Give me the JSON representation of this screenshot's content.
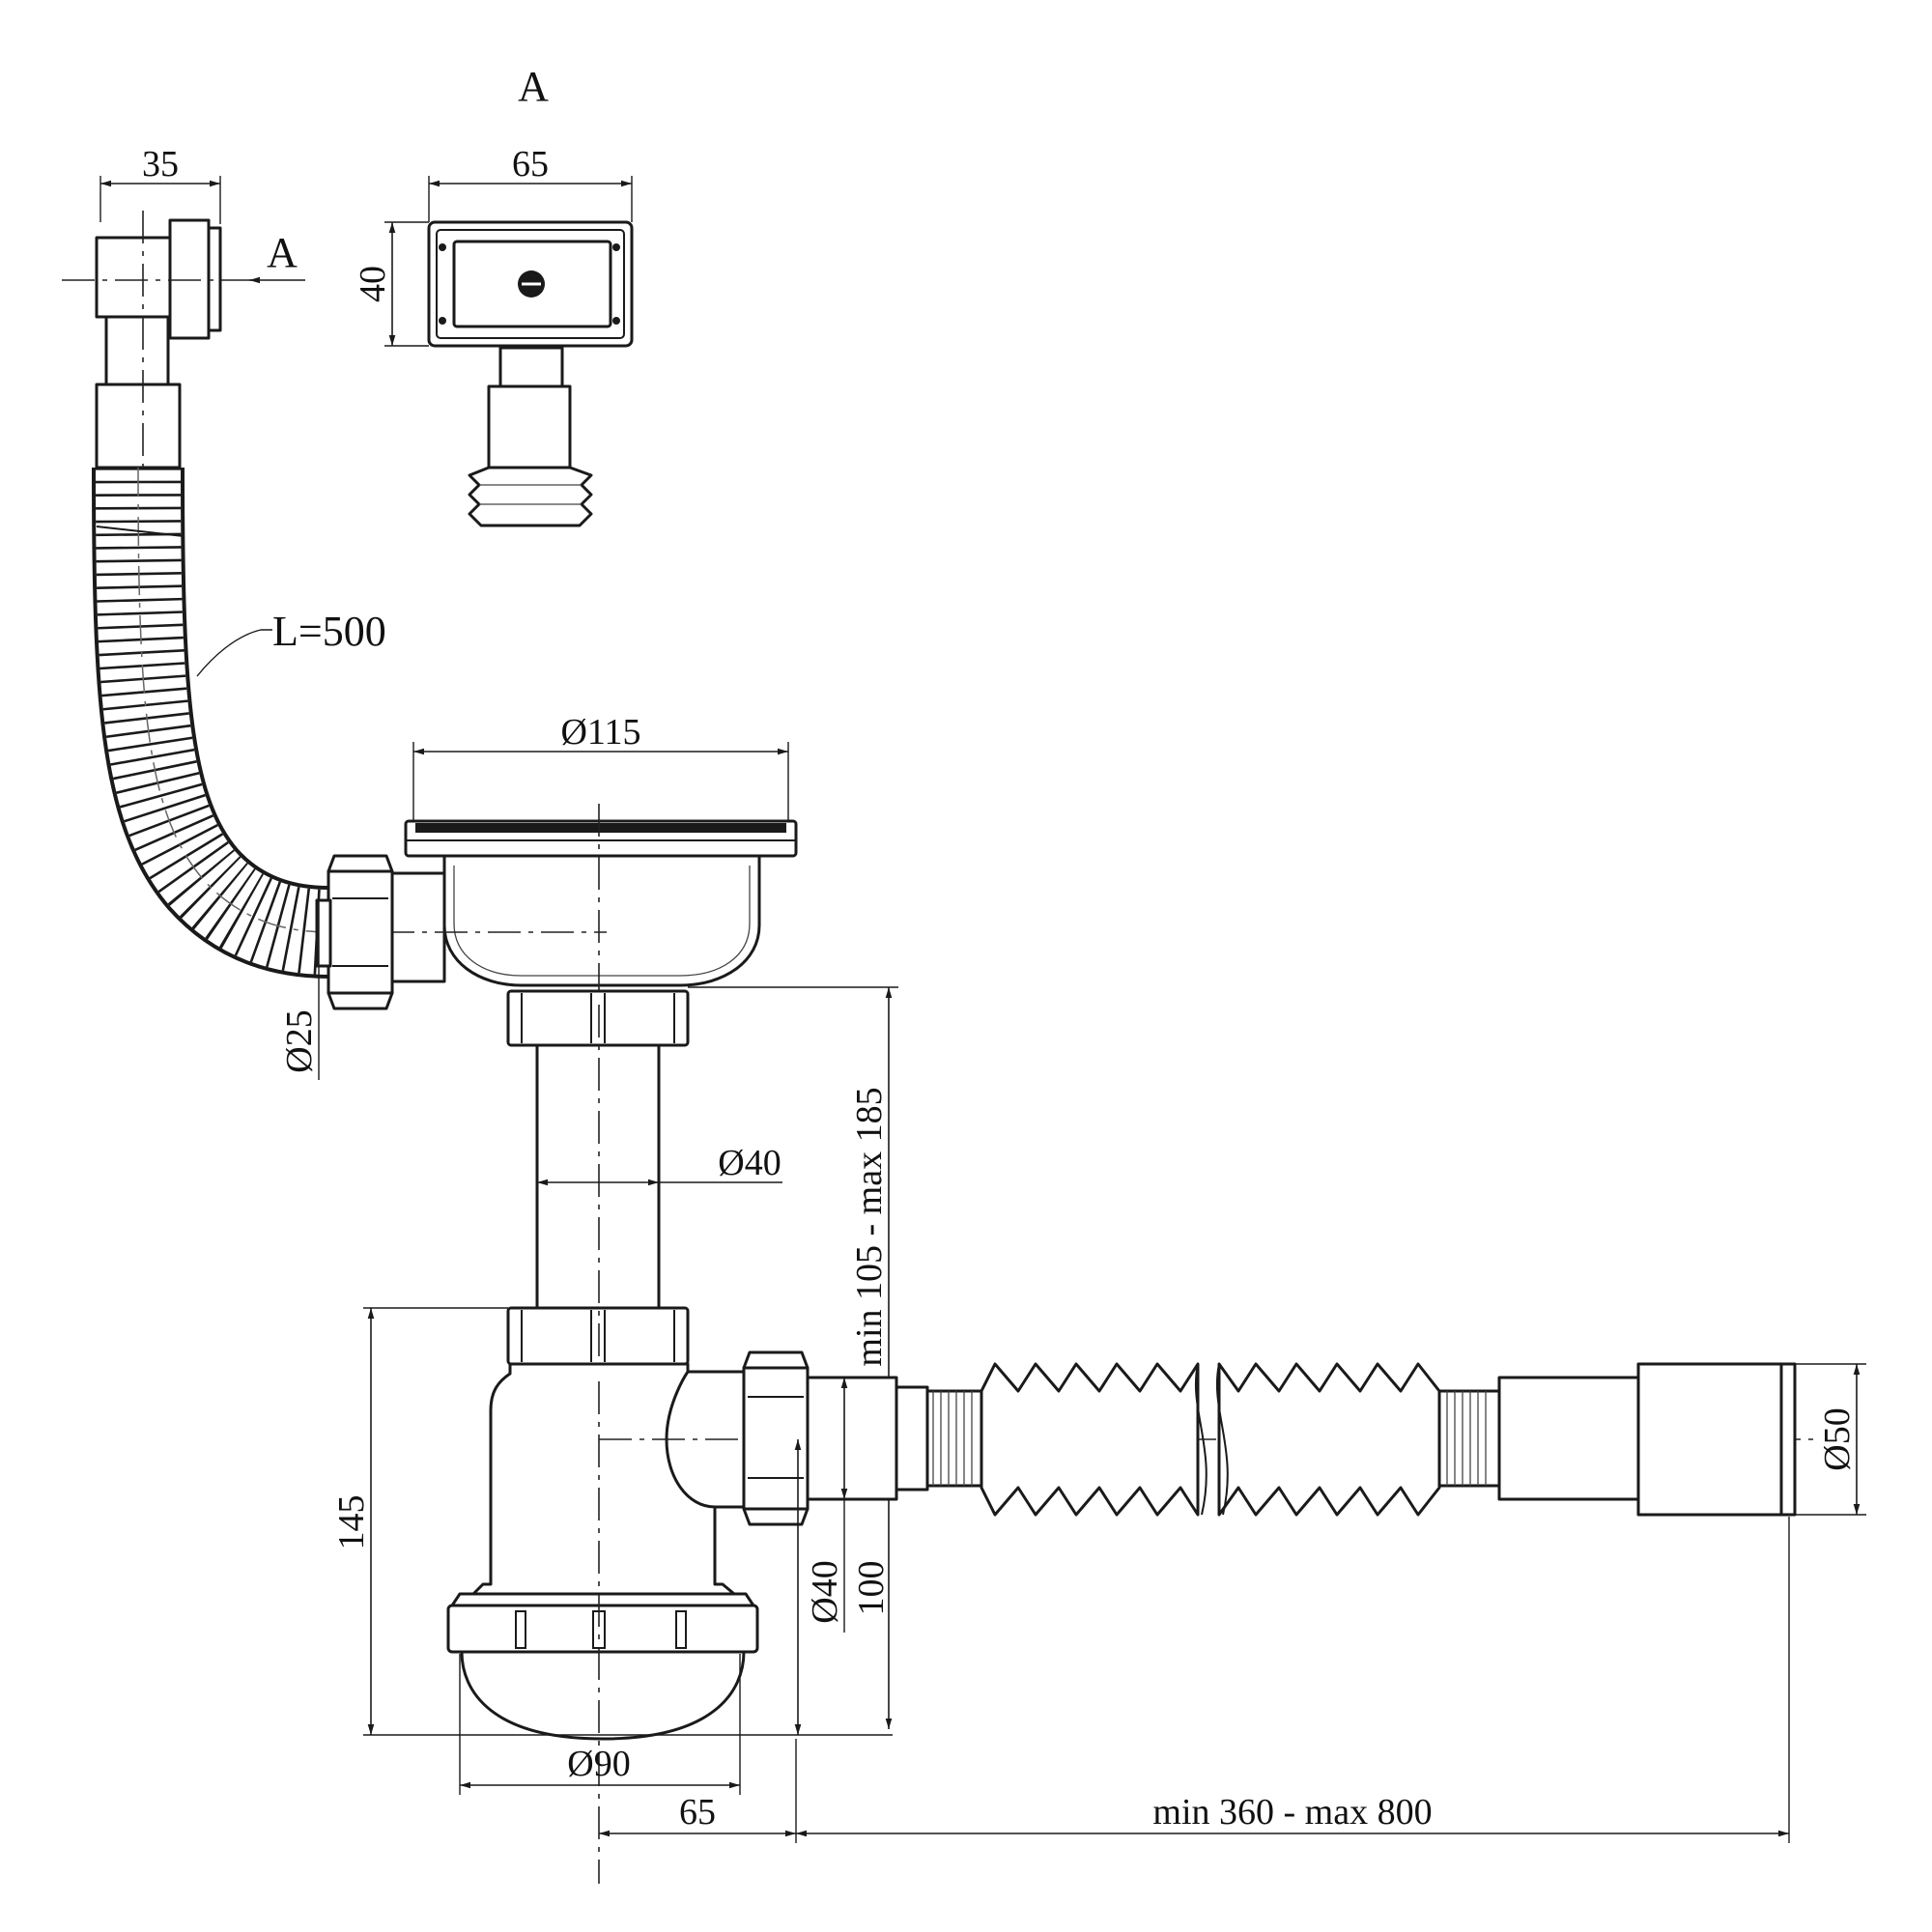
{
  "view_label": "A",
  "section_arrow_label": "A",
  "dimensions": {
    "overflow_depth": "35",
    "overflow_width": "65",
    "overflow_height": "40",
    "hose_length": "L=500",
    "strainer_diameter": "Ø115",
    "overflow_connection_diameter": "Ø25",
    "tailpiece_diameter": "Ø40",
    "tailpiece_height": "min 105 - max 185",
    "trap_height": "145",
    "trap_outlet_diameter": "Ø40",
    "outlet_height": "100",
    "outlet_diameter": "Ø50",
    "trap_cup_diameter": "Ø90",
    "outlet_offset": "65",
    "outlet_length": "min 360 - max 800"
  }
}
